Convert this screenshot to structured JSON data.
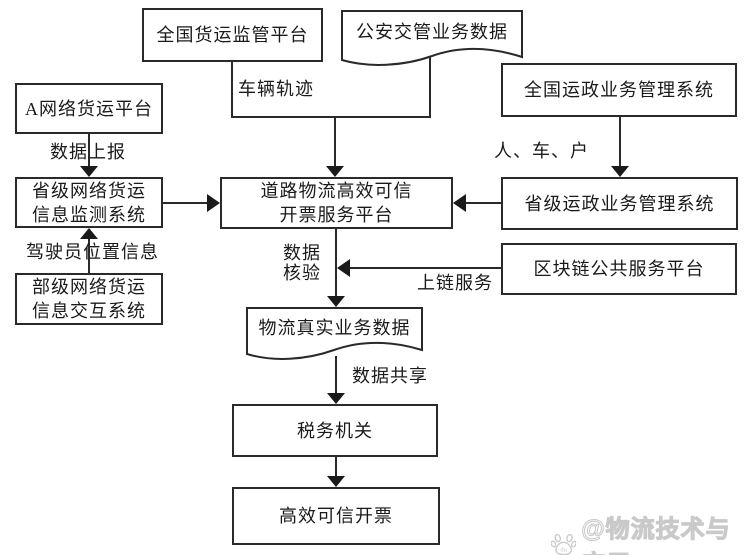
{
  "diagram": {
    "type": "flowchart",
    "language": "zh-CN",
    "nodes": {
      "national_freight_platform": "全国货运监管平台",
      "police_traffic_data": "公安交管业务数据",
      "a_network_platform": "A网络货运平台",
      "national_transport_system": "全国运政业务管理系统",
      "provincial_network_monitor": "省级网络货运\n信息监测系统",
      "road_logistics_platform": "道路物流高效可信\n开票服务平台",
      "provincial_transport_system": "省级运政业务管理系统",
      "ministerial_exchange_system": "部级网络货运\n信息交互系统",
      "blockchain_platform": "区块链公共服务平台",
      "logistics_real_data": "物流真实业务数据",
      "tax_authority": "税务机关",
      "trusted_invoicing": "高效可信开票"
    },
    "edge_labels": {
      "vehicle_track": "车辆轨迹",
      "data_report": "数据上报",
      "driver_location": "驾驶员位置信息",
      "person_vehicle_household": "人、车、户",
      "data_verification": "数据\n核验",
      "chain_service": "上链服务",
      "data_sharing": "数据共享"
    },
    "edges": [
      {
        "from": "national_freight_platform",
        "to": "road_logistics_platform",
        "label": "车辆轨迹"
      },
      {
        "from": "police_traffic_data",
        "to": "road_logistics_platform",
        "label": "车辆轨迹"
      },
      {
        "from": "a_network_platform",
        "to": "provincial_network_monitor",
        "label": "数据上报"
      },
      {
        "from": "ministerial_exchange_system",
        "to": "provincial_network_monitor",
        "label": "驾驶员位置信息"
      },
      {
        "from": "provincial_network_monitor",
        "to": "road_logistics_platform",
        "label": ""
      },
      {
        "from": "national_transport_system",
        "to": "provincial_transport_system",
        "label": "人、车、户"
      },
      {
        "from": "provincial_transport_system",
        "to": "road_logistics_platform",
        "label": ""
      },
      {
        "from": "blockchain_platform",
        "to": "road_logistics_platform",
        "label": "上链服务"
      },
      {
        "from": "road_logistics_platform",
        "to": "logistics_real_data",
        "label": "数据核验"
      },
      {
        "from": "logistics_real_data",
        "to": "tax_authority",
        "label": "数据共享"
      },
      {
        "from": "tax_authority",
        "to": "trusted_invoicing",
        "label": ""
      }
    ],
    "colors": {
      "line": "#2a2a2a",
      "text": "#1a1a1a",
      "node_fill": "#ffffff",
      "background": "#ffffff",
      "watermark": "#c9c9c9"
    },
    "watermark": {
      "icon": "baidu-paw",
      "text": "@物流技术与应用"
    }
  }
}
